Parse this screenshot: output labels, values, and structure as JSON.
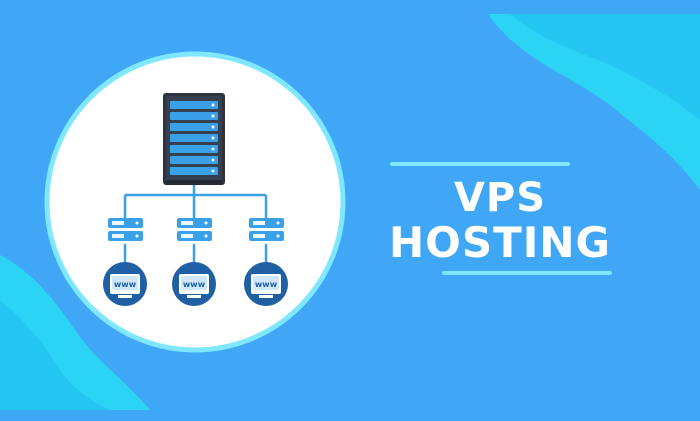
{
  "heading": {
    "line1": "VPS",
    "line2": "HOSTING"
  },
  "client_label": "www",
  "colors": {
    "background": "#3fa7f5",
    "accent_wave": "#2bd4f5",
    "circle_fill": "#ffffff",
    "circle_border": "#7fe7ff",
    "server_dark": "#2d3440",
    "node_blue": "#3aa0e8",
    "text": "#ffffff"
  },
  "icons": [
    "main-server-icon",
    "network-line-icon",
    "server-node-icon",
    "www-globe-icon"
  ]
}
